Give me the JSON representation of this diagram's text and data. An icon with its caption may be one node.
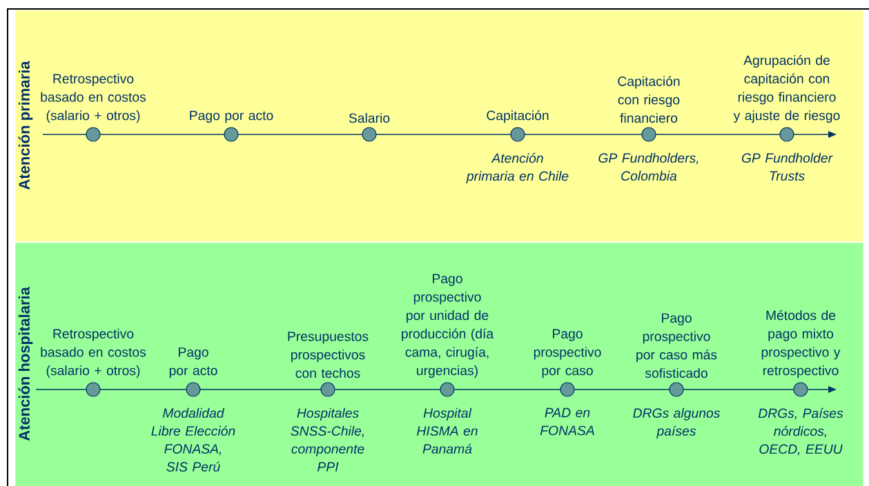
{
  "diagram": {
    "nodes": [
      {
        "text": [
          "Atención primaria"
        ]
      },
      {
        "text": [
          "Retrospectivo basado en costos (salario + otros)"
        ],
        "in": 0
      },
      {
        "text": [
          "Pago por acto"
        ],
        "in": 0
      },
      {
        "text": [
          "Salario"
        ],
        "in": 0
      },
      {
        "text": [
          "Capitación"
        ],
        "beside": [
          "Atención primaria en Chile"
        ],
        "in": 0
      },
      {
        "text": [
          "Capitación con riesgo financiero"
        ],
        "beside": [
          "GP Fundholders, Colombia"
        ],
        "in": 0
      },
      {
        "text": [
          "Agrupación de capitación con riesgo financiero y ajuste de riesgo"
        ],
        "beside": [
          "GP Fundholder Trusts"
        ],
        "in": 0
      },
      {
        "text": [
          "Atención hospitalaria"
        ]
      },
      {
        "text": [
          "Retrospectivo basado en costos (salario + otros)"
        ],
        "in": 7
      },
      {
        "text": [
          "Pago por acto"
        ],
        "beside": [
          "Modalidad Libre Elección FONASA, SIS Perú"
        ],
        "in": 7
      },
      {
        "text": [
          "Presupuestos prospectivos con techos"
        ],
        "beside": [
          "Hospitales SNSS-Chile, componente PPI"
        ],
        "in": 7
      },
      {
        "text": [
          "Pago prospectivo por unidad de producción (día cama, cirugía, urgencias)"
        ],
        "beside": [
          "Hospital HISMA en Panamá"
        ],
        "in": 7
      },
      {
        "text": [
          "Pago prospectivo por caso"
        ],
        "beside": [
          "PAD en FONASA"
        ],
        "in": 7
      },
      {
        "text": [
          "Pago prospectivo por caso más sofisticado"
        ],
        "beside": [
          "DRGs algunos países"
        ],
        "in": 7
      },
      {
        "text": [
          "Métodos de pago mixto prospectivo y retrospectivo"
        ],
        "beside": [
          "DRGs, Países nórdicos, OECD, EEUU"
        ],
        "in": 7
      }
    ]
  }
}
